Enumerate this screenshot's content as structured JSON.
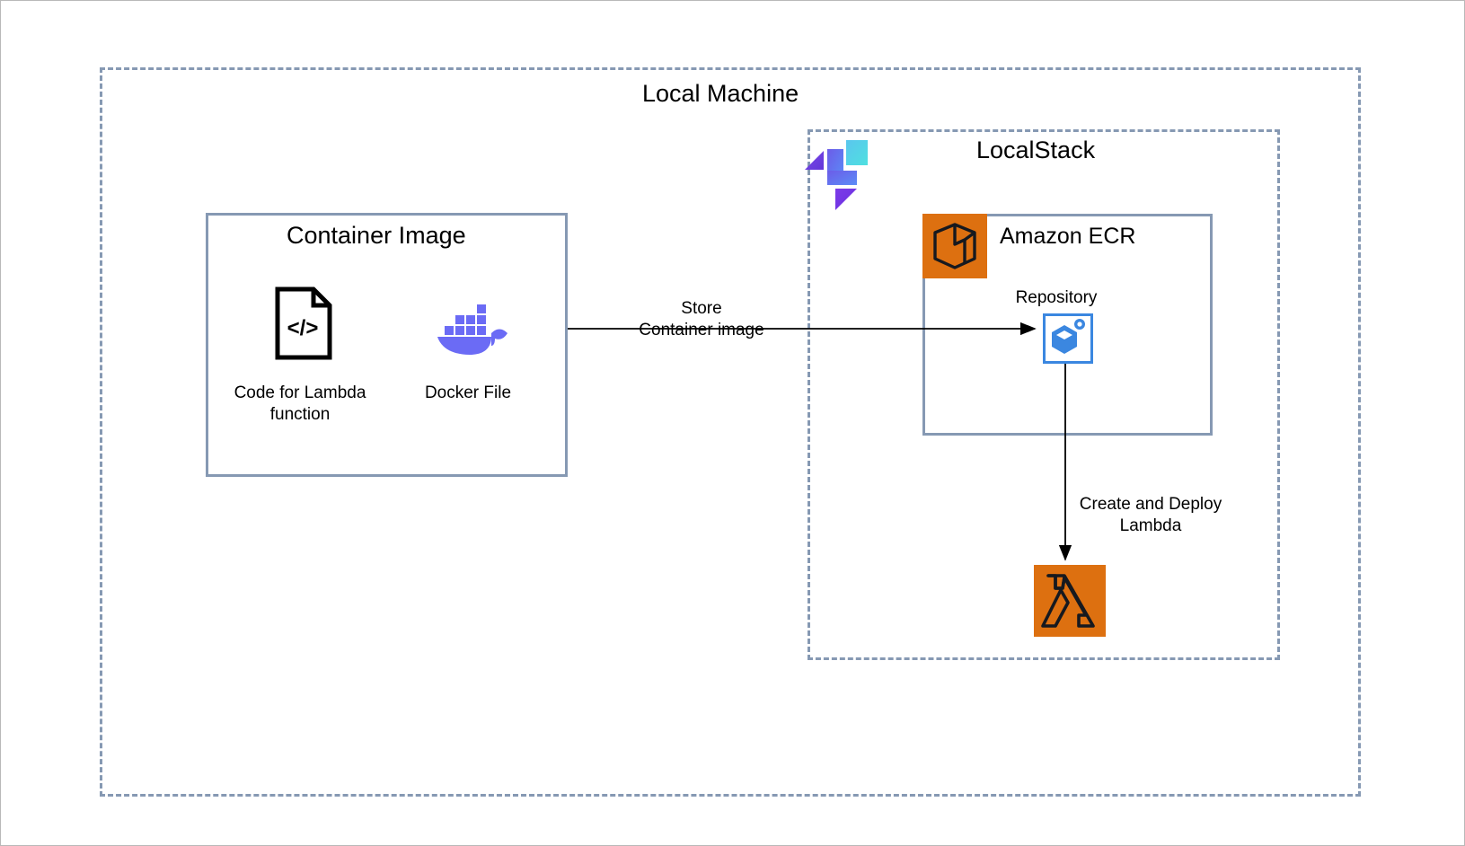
{
  "diagram": {
    "outer_container": {
      "label": "Local Machine",
      "border_style": "dashed",
      "border_color": "#8699b3"
    },
    "localstack_container": {
      "label": "LocalStack",
      "border_style": "dashed",
      "border_color": "#8699b3",
      "logo_name": "localstack-logo",
      "logo_colors": {
        "purple": "#6c3ce0",
        "blue": "#5a7cf7",
        "cyan": "#4fd8e0"
      }
    },
    "container_image_box": {
      "title": "Container Image",
      "border_color": "#8699b3",
      "items": [
        {
          "icon": "code-file-icon",
          "label": "Code for Lambda\nfunction",
          "color": "#000000"
        },
        {
          "icon": "docker-whale-icon",
          "label": "Docker File",
          "color": "#6b6bf5"
        }
      ]
    },
    "ecr_box": {
      "title": "Amazon ECR",
      "border_color": "#8699b3",
      "logo_name": "amazon-ecr-icon",
      "logo_color": "#dd7010",
      "repository": {
        "label": "Repository",
        "icon": "repository-cube-icon",
        "color": "#3b87e0"
      }
    },
    "lambda_service": {
      "icon": "aws-lambda-icon",
      "color": "#dd7010"
    },
    "arrows": [
      {
        "name": "store-container-image-arrow",
        "label": "Store\nContainer image",
        "from": "container-image-box",
        "to": "ecr-repository",
        "direction": "right"
      },
      {
        "name": "create-deploy-lambda-arrow",
        "label": "Create and Deploy\nLambda",
        "from": "ecr-repository",
        "to": "aws-lambda",
        "direction": "down"
      }
    ]
  }
}
